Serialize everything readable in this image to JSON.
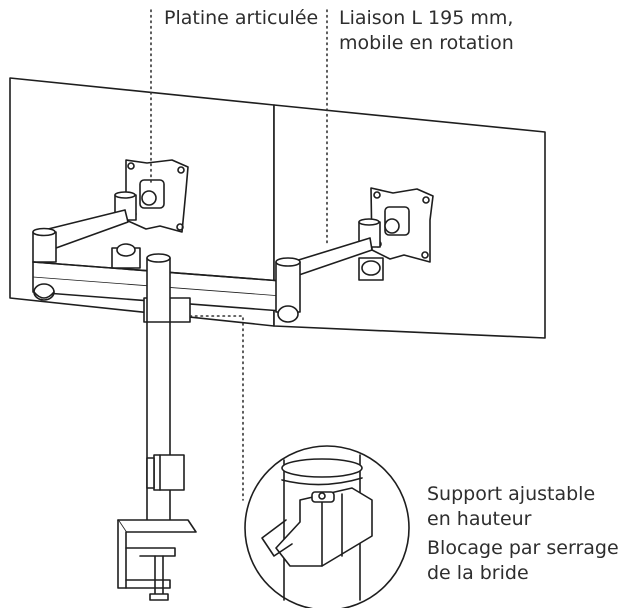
{
  "labels": {
    "platine": "Platine articulée",
    "liaison": [
      "Liaison L 195 mm,",
      "mobile en rotation"
    ],
    "support": [
      "Support ajustable",
      "en hauteur"
    ],
    "blocage": [
      "Blocage par serrage",
      "de la bride"
    ]
  },
  "colors": {
    "stroke": "#1e1e1e",
    "leader": "#333333",
    "background": "#ffffff"
  }
}
